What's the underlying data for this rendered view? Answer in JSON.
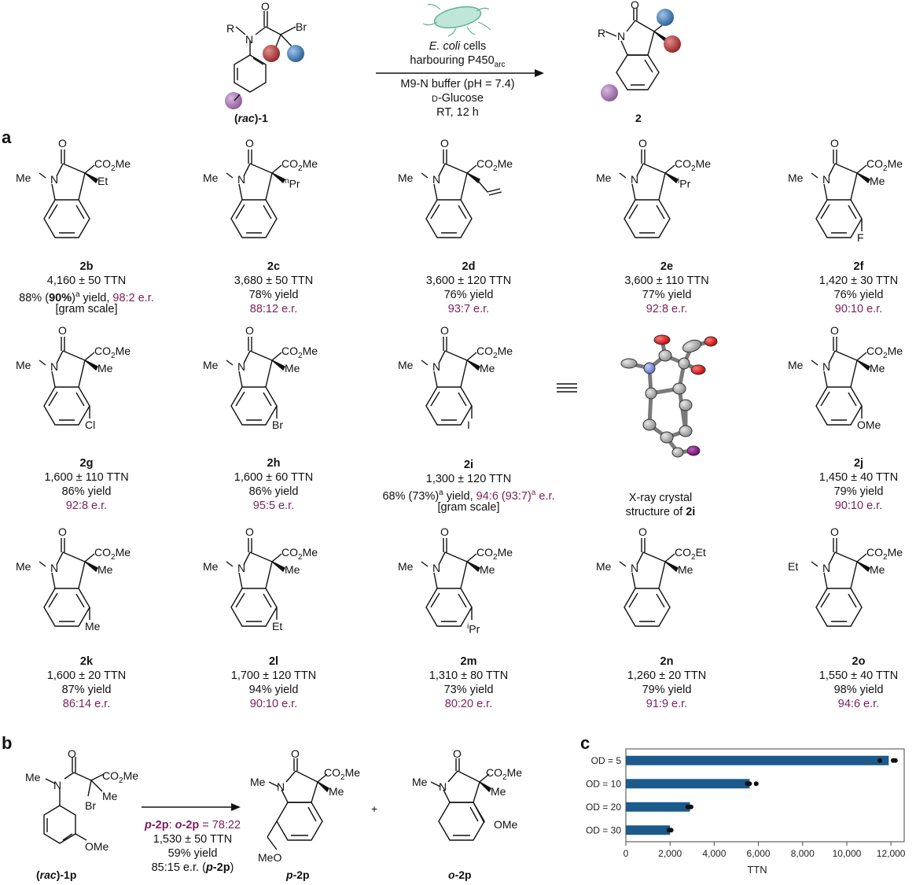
{
  "header": {
    "reagent_line1": "E. coli cells",
    "reagent_line2": "harbouring P450",
    "reagent_line2_sub": "arc",
    "buffer": "M9-N buffer (pH = 7.4)",
    "sugar": "D-Glucose",
    "time": "RT, 12 h",
    "sm_label": "(rac)-1",
    "product_label": "2",
    "sm_R": "R",
    "sm_N": "N",
    "sm_O": "O",
    "sm_Br": "Br"
  },
  "panels": {
    "a": "a",
    "b": "b",
    "c": "c"
  },
  "compounds": [
    {
      "id": "2b",
      "ttn": "4,160 ± 50 TTN",
      "yield": "88% (90%)a yield,",
      "er": "98:2 e.r.",
      "extra": "[gram scale]",
      "N": "Me",
      "ester": "CO2Me",
      "alkyl": "Et",
      "sub": ""
    },
    {
      "id": "2c",
      "ttn": "3,680 ± 50 TTN",
      "yield": "78% yield",
      "er": "88:12 e.r.",
      "extra": "",
      "N": "Me",
      "ester": "CO2Me",
      "alkyl": "nPr",
      "sub": ""
    },
    {
      "id": "2d",
      "ttn": "3,600 ± 120 TTN",
      "yield": "76% yield",
      "er": "93:7 e.r.",
      "extra": "",
      "N": "Me",
      "ester": "CO2Me",
      "alkyl": "allyl",
      "sub": ""
    },
    {
      "id": "2e",
      "ttn": "3,600 ± 110 TTN",
      "yield": "77% yield",
      "er": "92:8 e.r.",
      "extra": "",
      "N": "Me",
      "ester": "CO2Me",
      "alkyl": "iPr",
      "sub": ""
    },
    {
      "id": "2f",
      "ttn": "1,420 ± 30 TTN",
      "yield": "76% yield",
      "er": "90:10 e.r.",
      "extra": "",
      "N": "Me",
      "ester": "CO2Me",
      "alkyl": "Me",
      "sub": "F"
    },
    {
      "id": "2g",
      "ttn": "1,600 ± 110 TTN",
      "yield": "86% yield",
      "er": "92:8 e.r.",
      "extra": "",
      "N": "Me",
      "ester": "CO2Me",
      "alkyl": "Me",
      "sub": "Cl"
    },
    {
      "id": "2h",
      "ttn": "1,600 ± 60 TTN",
      "yield": "86% yield",
      "er": "95:5 e.r.",
      "extra": "",
      "N": "Me",
      "ester": "CO2Me",
      "alkyl": "Me",
      "sub": "Br"
    },
    {
      "id": "2i",
      "ttn": "1,300 ± 120 TTN",
      "yield": "68% (73%)a yield,",
      "er": "94:6 (93:7)a e.r.",
      "extra": "[gram scale]",
      "N": "Me",
      "ester": "CO2Me",
      "alkyl": "Me",
      "sub": "I"
    },
    {
      "id": "2j",
      "ttn": "1,450 ± 40 TTN",
      "yield": "79% yield",
      "er": "90:10 e.r.",
      "extra": "",
      "N": "Me",
      "ester": "CO2Me",
      "alkyl": "Me",
      "sub": "OMe"
    },
    {
      "id": "2k",
      "ttn": "1,600 ± 20 TTN",
      "yield": "87% yield",
      "er": "86:14 e.r.",
      "extra": "",
      "N": "Me",
      "ester": "CO2Me",
      "alkyl": "Me",
      "sub": "Me"
    },
    {
      "id": "2l",
      "ttn": "1,700 ± 120 TTN",
      "yield": "94% yield",
      "er": "90:10 e.r.",
      "extra": "",
      "N": "Me",
      "ester": "CO2Me",
      "alkyl": "Me",
      "sub": "Et"
    },
    {
      "id": "2m",
      "ttn": "1,310 ± 80 TTN",
      "yield": "73% yield",
      "er": "80:20 e.r.",
      "extra": "",
      "N": "Me",
      "ester": "CO2Me",
      "alkyl": "Me",
      "sub": "iPr"
    },
    {
      "id": "2n",
      "ttn": "1,260 ± 20 TTN",
      "yield": "79% yield",
      "er": "91:9 e.r.",
      "extra": "",
      "N": "Me",
      "ester": "CO2Et",
      "alkyl": "Me",
      "sub": ""
    },
    {
      "id": "2o",
      "ttn": "1,550 ± 40 TTN",
      "yield": "98% yield",
      "er": "94:6 e.r.",
      "extra": "",
      "N": "Et",
      "ester": "CO2Me",
      "alkyl": "Me",
      "sub": ""
    }
  ],
  "xray": {
    "line1": "X-ray crystal",
    "line2": "structure of",
    "compound": "2i",
    "equiv": "≡"
  },
  "panel_b": {
    "sm_label": "(rac)-1p",
    "ratio": "p-2p: o-2p = 78:22",
    "ttn": "1,530 ± 50 TTN",
    "yield": "59% yield",
    "er": "85:15 e.r. (p-2p)",
    "p_label": "p-2p",
    "o_label": "o-2p",
    "plus": "+",
    "OMe": "OMe",
    "MeO": "MeO"
  },
  "chart_data": {
    "type": "bar",
    "orientation": "horizontal",
    "categories": [
      "OD = 5",
      "OD = 10",
      "OD = 20",
      "OD = 30"
    ],
    "values": [
      11900,
      5600,
      2900,
      2000
    ],
    "points": [
      [
        11500,
        12100,
        12200
      ],
      [
        5500,
        5600,
        5900
      ],
      [
        2800,
        2900,
        2950
      ],
      [
        1950,
        2000,
        2050
      ]
    ],
    "xlabel": "TTN",
    "xlim": [
      0,
      12600
    ],
    "xticks": [
      0,
      2000,
      4000,
      6000,
      8000,
      10000,
      12000
    ],
    "xtick_labels": [
      "0",
      "2,000",
      "4,000",
      "6,000",
      "8,000",
      "10,000",
      "12,000"
    ],
    "bar_color": "#1c5a8c"
  }
}
